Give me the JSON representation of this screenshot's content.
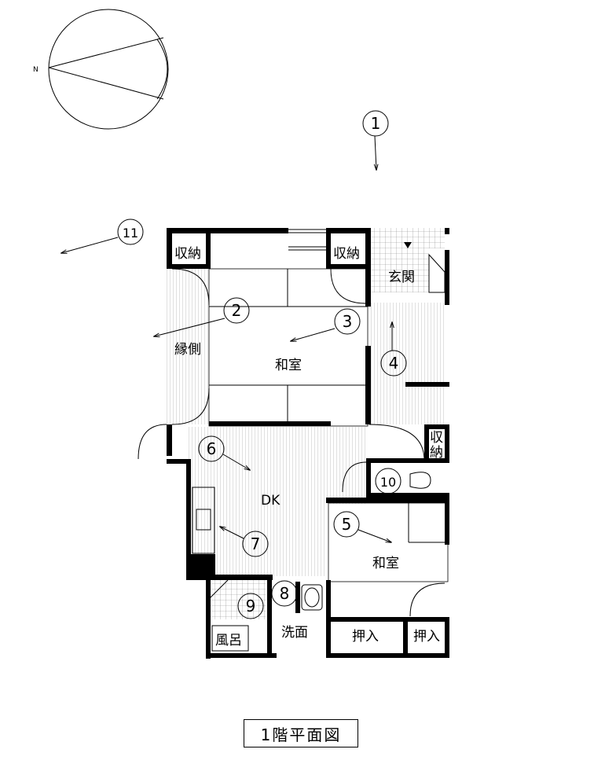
{
  "title": "1階平面図",
  "compass": {
    "north_label": "N"
  },
  "rooms": {
    "storage_left": "収納",
    "storage_center": "収納",
    "entrance": "玄関",
    "engawa": "縁側",
    "washitsu_main": "和室",
    "storage_side_1": "収",
    "storage_side_2": "納",
    "dk": "DK",
    "washitsu_small": "和室",
    "bath": "風呂",
    "washroom": "洗面",
    "closet_1": "押入",
    "closet_2": "押入"
  },
  "markers": [
    "1",
    "2",
    "3",
    "4",
    "5",
    "6",
    "7",
    "8",
    "9",
    "10",
    "11"
  ]
}
